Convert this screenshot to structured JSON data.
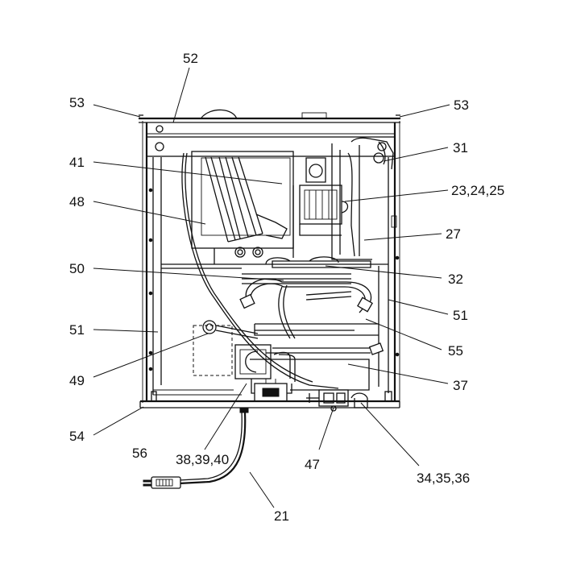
{
  "labels": {
    "l52": "52",
    "l53_left": "53",
    "l53_right": "53",
    "l31": "31",
    "l41": "41",
    "l23_24_25": "23,24,25",
    "l48": "48",
    "l27": "27",
    "l50": "50",
    "l32": "32",
    "l51_left": "51",
    "l51_right": "51",
    "l55": "55",
    "l49": "49",
    "l37": "37",
    "l54": "54",
    "l56": "56",
    "l38_39_40": "38,39,40",
    "l47": "47",
    "l34_35_36": "34,35,36",
    "l21": "21"
  }
}
